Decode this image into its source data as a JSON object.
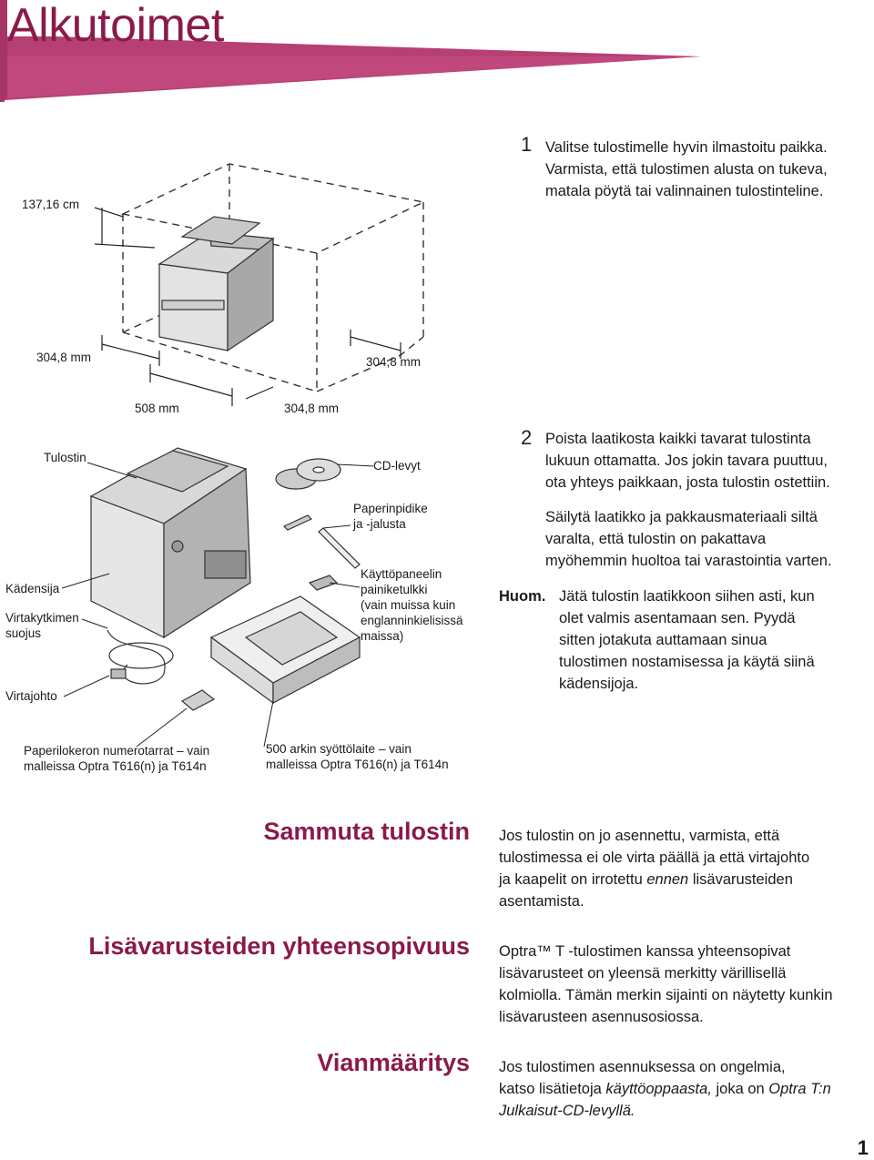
{
  "title": "Alkutoimet",
  "figure1": {
    "dim_height": "137,16 cm",
    "dim_left": "304,8 mm",
    "dim_right": "304,8 mm",
    "dim_front": "508 mm",
    "dim_back": "304,8 mm"
  },
  "step1": {
    "number": "1",
    "lines": [
      "Valitse tulostimelle hyvin ilmastoitu paikka.",
      "Varmista, että tulostimen alusta on tukeva,",
      "matala pöytä tai valinnainen tulostinteline."
    ]
  },
  "figure2": {
    "labels": {
      "printer": "Tulostin",
      "handle": "Kädensija",
      "power_cover_1": "Virtakytkimen",
      "power_cover_2": "suojus",
      "power_cord": "Virtajohto",
      "cd": "CD-levyt",
      "holder_1": "Paperinpidike",
      "holder_2": "ja -jalusta",
      "overlay_1": "Käyttöpaneelin",
      "overlay_2": "painiketulkki",
      "overlay_3": "(vain muissa kuin",
      "overlay_4": "englanninkielisissä",
      "overlay_5": "maissa)",
      "tray_labels_1": "Paperilokeron numerotarrat – vain",
      "tray_labels_2": "malleissa Optra T616(n) ja T614n",
      "feeder_1": "500 arkin syöttölaite – vain",
      "feeder_2": "malleissa Optra T616(n) ja T614n"
    }
  },
  "step2": {
    "number": "2",
    "para1": [
      "Poista laatikosta kaikki tavarat tulostinta",
      "lukuun ottamatta. Jos jokin tavara puuttuu,",
      "ota yhteys paikkaan, josta tulostin ostettiin."
    ],
    "para2": [
      "Säilytä laatikko ja pakkausmateriaali siltä",
      "varalta, että tulostin on pakattava",
      "myöhemmin huoltoa tai varastointia varten."
    ],
    "note_label": "Huom.",
    "note_lines": [
      "Jätä tulostin laatikkoon siihen asti, kun",
      "olet valmis asentamaan sen. Pyydä",
      "sitten jotakuta auttamaan sinua",
      "tulostimen nostamisessa ja käytä siinä",
      "kädensijoja."
    ]
  },
  "sections": {
    "power_off": {
      "heading": "Sammuta tulostin",
      "line1": "Jos tulostin on jo asennettu, varmista, että",
      "line2": "tulostimessa ei ole virta päällä ja että virtajohto",
      "line3_pre": "ja kaapelit on irrotettu ",
      "line3_em": "ennen",
      "line3_post": " lisävarusteiden",
      "line4": "asentamista."
    },
    "compat": {
      "heading": "Lisävarusteiden yhteensopivuus",
      "lines": [
        "Optra™ T -tulostimen kanssa yhteensopivat",
        "lisävarusteet on yleensä merkitty värillisellä",
        "kolmiolla. Tämän merkin sijainti on näytetty kunkin",
        "lisävarusteen asennusosiossa."
      ]
    },
    "troubleshoot": {
      "heading": "Vianmääritys",
      "line1": "Jos tulostimen asennuksessa on ongelmia,",
      "line2_pre": "katso lisätietoja ",
      "line2_em": "käyttöoppaasta,",
      "line2_mid": " joka on ",
      "line2_em2": "Optra T:n",
      "line3_em": "Julkaisut-CD-levyllä."
    }
  },
  "page_number": "1",
  "colors": {
    "accent": "#8a1a4a",
    "band": "#b63f73"
  }
}
